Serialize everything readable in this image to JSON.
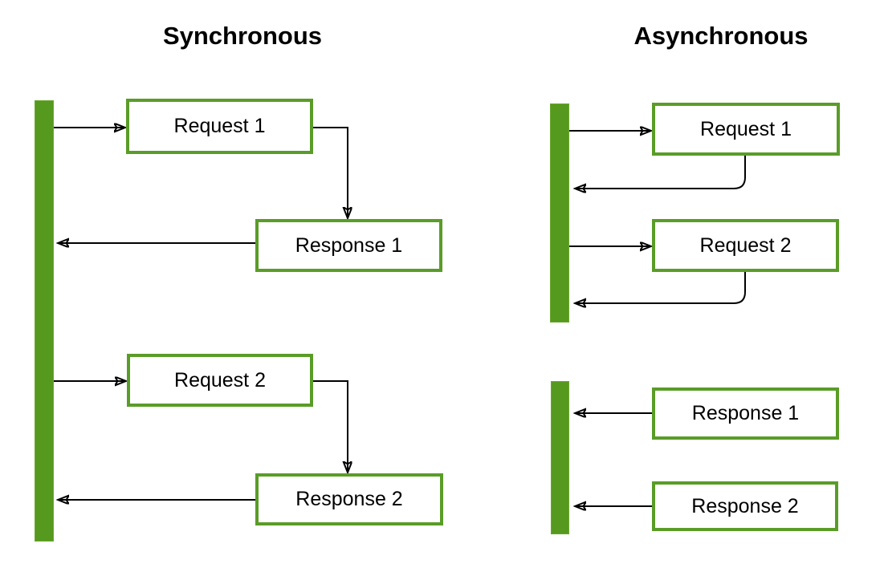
{
  "diagram": {
    "sections": [
      {
        "title": "Synchronous",
        "boxes": [
          {
            "label": "Request 1"
          },
          {
            "label": "Response 1"
          },
          {
            "label": "Request 2"
          },
          {
            "label": "Response 2"
          }
        ],
        "edges": [
          {
            "from": "lifeline",
            "to": "Request 1",
            "direction": "right"
          },
          {
            "from": "Request 1",
            "to": "Response 1",
            "direction": "down"
          },
          {
            "from": "Response 1",
            "to": "lifeline",
            "direction": "left"
          },
          {
            "from": "lifeline",
            "to": "Request 2",
            "direction": "right"
          },
          {
            "from": "Request 2",
            "to": "Response 2",
            "direction": "down"
          },
          {
            "from": "Response 2",
            "to": "lifeline",
            "direction": "left"
          }
        ]
      },
      {
        "title": "Asynchronous",
        "boxes": [
          {
            "label": "Request 1"
          },
          {
            "label": "Request 2"
          },
          {
            "label": "Response 1"
          },
          {
            "label": "Response 2"
          }
        ],
        "edges": [
          {
            "from": "lifeline-1",
            "to": "Request 1",
            "direction": "right"
          },
          {
            "from": "Request 1",
            "to": "lifeline-1",
            "direction": "curve-left"
          },
          {
            "from": "lifeline-1",
            "to": "Request 2",
            "direction": "right"
          },
          {
            "from": "Request 2",
            "to": "lifeline-1",
            "direction": "curve-left"
          },
          {
            "from": "Response 1",
            "to": "lifeline-2",
            "direction": "left"
          },
          {
            "from": "Response 2",
            "to": "lifeline-2",
            "direction": "left"
          }
        ]
      }
    ],
    "colors": {
      "lifeline_green": "#56991f",
      "box_border_green": "#5a9c28",
      "arrow_color": "#000000",
      "text_color": "#000000",
      "background": "#ffffff"
    }
  }
}
